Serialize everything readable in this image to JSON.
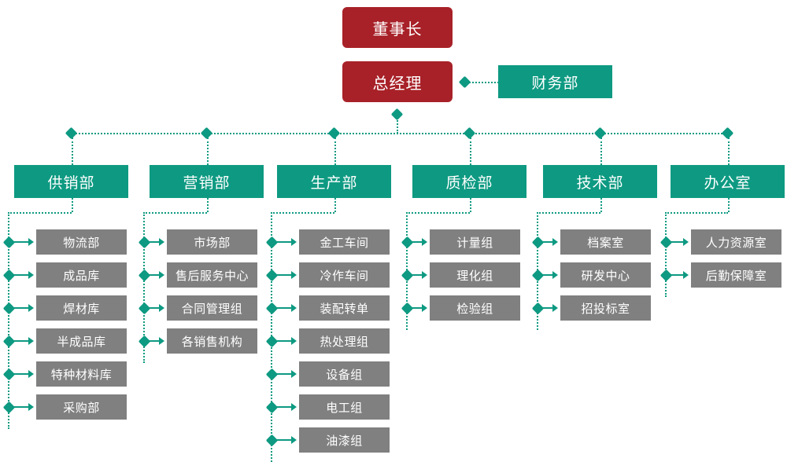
{
  "chart_title": "",
  "colors": {
    "executive": "#a82128",
    "department": "#0e9a82",
    "unit": "#808080",
    "connector": "#0e9a82",
    "background": "#ffffff"
  },
  "executives": [
    {
      "id": "chairman",
      "label": "董事长"
    },
    {
      "id": "general-manager",
      "label": "总经理"
    }
  ],
  "staff": [
    {
      "id": "finance",
      "label": "财务部"
    }
  ],
  "departments": [
    {
      "id": "supply-sales",
      "label": "供销部",
      "units": [
        {
          "label": "物流部"
        },
        {
          "label": "成品库"
        },
        {
          "label": "焊材库"
        },
        {
          "label": "半成品库"
        },
        {
          "label": "特种材料库"
        },
        {
          "label": "采购部"
        }
      ]
    },
    {
      "id": "marketing",
      "label": "营销部",
      "units": [
        {
          "label": "市场部"
        },
        {
          "label": "售后服务中心"
        },
        {
          "label": "合同管理组"
        },
        {
          "label": "各销售机构"
        }
      ]
    },
    {
      "id": "production",
      "label": "生产部",
      "units": [
        {
          "label": "金工车间"
        },
        {
          "label": "冷作车间"
        },
        {
          "label": "装配转单"
        },
        {
          "label": "热处理组"
        },
        {
          "label": "设备组"
        },
        {
          "label": "电工组"
        },
        {
          "label": "油漆组"
        }
      ]
    },
    {
      "id": "quality-inspection",
      "label": "质检部",
      "units": [
        {
          "label": "计量组"
        },
        {
          "label": "理化组"
        },
        {
          "label": "检验组"
        }
      ]
    },
    {
      "id": "technology",
      "label": "技术部",
      "units": [
        {
          "label": "档案室"
        },
        {
          "label": "研发中心"
        },
        {
          "label": "招投标室"
        }
      ]
    },
    {
      "id": "office",
      "label": "办公室",
      "units": [
        {
          "label": "人力资源室"
        },
        {
          "label": "后勤保障室"
        }
      ]
    }
  ]
}
